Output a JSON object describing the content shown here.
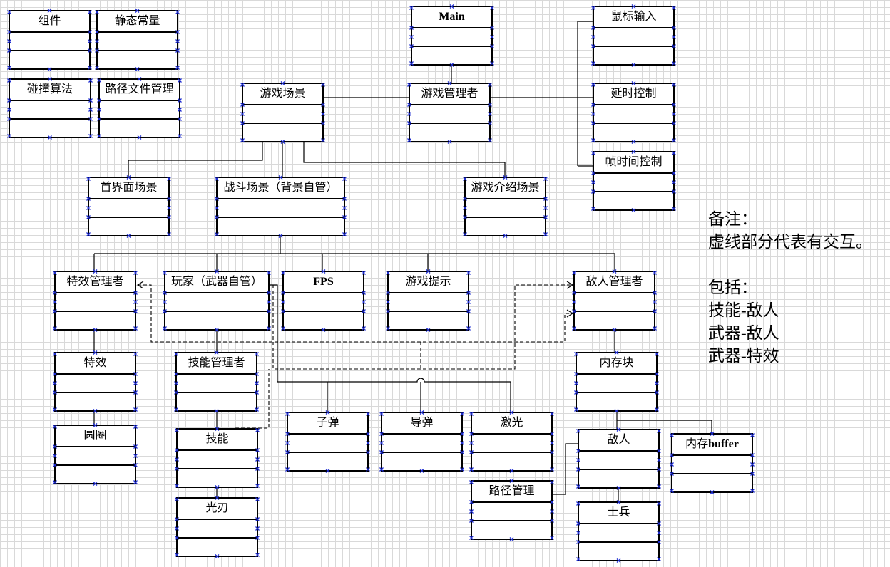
{
  "boxes": {
    "components": "组件",
    "static_constants": "静态常量",
    "collision_algorithm": "碰撞算法",
    "path_file_manager": "路径文件管理",
    "main": "Main",
    "mouse_input": "鼠标输入",
    "game_scene": "游戏场景",
    "game_manager": "游戏管理者",
    "delay_control": "延时控制",
    "frame_time_control": "帧时间控制",
    "home_scene": "首界面场景",
    "battle_scene": "战斗场景（背景自管）",
    "intro_scene": "游戏介绍场景",
    "effect_manager": "特效管理者",
    "player": "玩家（武器自管）",
    "fps": "FPS",
    "game_tips": "游戏提示",
    "enemy_manager": "敌人管理者",
    "effect": "特效",
    "skill_manager": "技能管理者",
    "memory_block": "内存块",
    "circle": "圆圈",
    "skill": "技能",
    "bullet": "子弹",
    "missile": "导弹",
    "laser": "激光",
    "enemy": "敌人",
    "memory_buffer": {
      "prefix": "内存",
      "suffix": "buffer"
    },
    "path_manager": "路径管理",
    "light_blade": "光刃",
    "soldier": "士兵"
  },
  "notes": {
    "title": "备注：",
    "description": "虚线部分代表有交互。",
    "include_label": "包括：",
    "pairs": [
      "技能-敌人",
      "武器-敌人",
      "武器-特效"
    ]
  },
  "colors": {
    "connection_marker": "#1c2bd1",
    "line": "#000000",
    "grid": "#d9d9d9"
  }
}
